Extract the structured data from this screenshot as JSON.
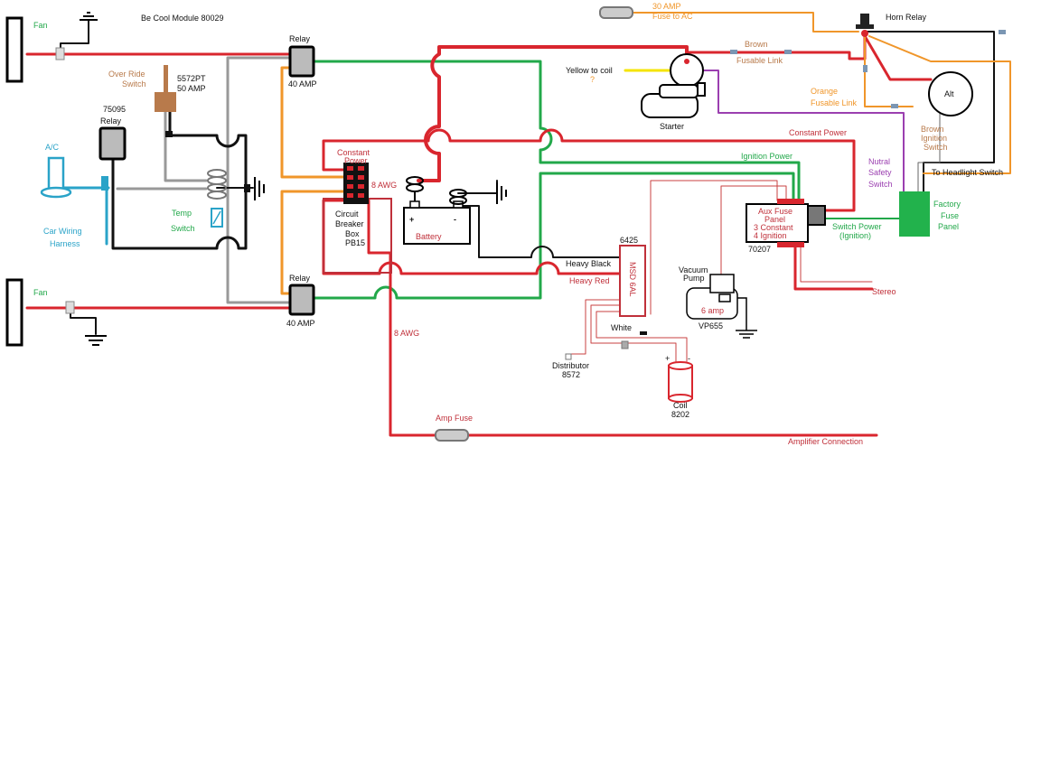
{
  "title": "Be Cool Module 80029",
  "labels": {
    "fan_top": "Fan",
    "fan_bottom": "Fan",
    "relay_top": "Relay",
    "relay_top_amp": "40 AMP",
    "relay_bottom": "Relay",
    "relay_bottom_amp": "40 AMP",
    "override_1": "Over Ride",
    "override_2": "Switch",
    "override_part": "5572PT",
    "override_amp": "50 AMP",
    "relay_75095_num": "75095",
    "relay_75095": "Relay",
    "ac": "A/C",
    "car_wiring_1": "Car Wiring",
    "car_wiring_2": "Harness",
    "temp_1": "Temp",
    "temp_2": "Switch",
    "constant_power_1": "Constant",
    "constant_power_2": "Power",
    "awg8_top": "8 AWG",
    "circuit_1": "Circuit",
    "circuit_2": "Breaker",
    "circuit_3": "Box",
    "circuit_part": "PB15",
    "battery_plus": "+",
    "battery_minus": "-",
    "battery": "Battery",
    "awg8_bottom": "8 AWG",
    "amp_fuse": "Amp Fuse",
    "amplifier": "Amplifier Connection",
    "fuse_ac_1": "30 AMP",
    "fuse_ac_2": "Fuse to AC",
    "horn_relay": "Horn Relay",
    "brown_fl_1": "Brown",
    "brown_fl_2": "Fusable Link",
    "yellow_coil": "Yellow to coil",
    "yellow_q": "?",
    "starter": "Starter",
    "orange_fl_1": "Orange",
    "orange_fl_2": "Fusable Link",
    "alt": "Alt",
    "brown_ign_1": "Brown",
    "brown_ign_2": "Ignition",
    "brown_ign_3": "Switch",
    "constant_power_wire": "Constant Power",
    "ignition_power": "Ignition Power",
    "nutral_1": "Nutral",
    "nutral_2": "Safety",
    "nutral_3": "Switch",
    "headlight": "To Headlight Switch",
    "factory_1": "Factory",
    "factory_2": "Fuse",
    "factory_3": "Panel",
    "aux_1": "Aux Fuse",
    "aux_2": "Panel",
    "aux_3": "3 Constant",
    "aux_4": "4 Ignition",
    "aux_part": "70207",
    "switch_power_1": "Switch Power",
    "switch_power_2": "(Ignition)",
    "stereo": "Stereo",
    "msd_part": "6425",
    "msd": "MSD 6AL",
    "heavy_black": "Heavy Black",
    "heavy_red": "Heavy Red",
    "white": "White",
    "distributor": "Distributor",
    "distributor_part": "8572",
    "vacuum_1": "Vacuum",
    "vacuum_2": "Pump",
    "vacuum_amp": "6 amp",
    "vacuum_part": "VP655",
    "coil_plus": "+",
    "coil_minus": "-",
    "coil": "Coil",
    "coil_part": "8202"
  },
  "colors": {
    "red": "#d9262e",
    "green": "#22a84a",
    "orange": "#f0962a",
    "gray": "#999999",
    "purple": "#9b3fb0",
    "blue": "#2aa3c8",
    "yellow": "#f5e400",
    "brown_component": "#b87a4b",
    "factory_panel": "#22b24c"
  }
}
